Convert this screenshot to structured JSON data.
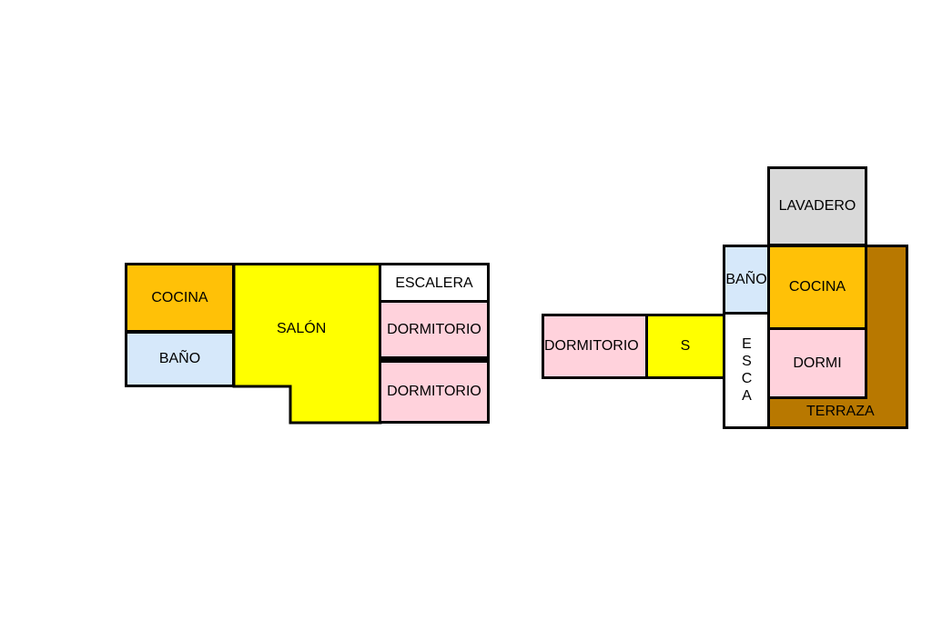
{
  "colors": {
    "cocina": "#FFC107",
    "bano": "#D6E8FA",
    "salon": "#FFFF00",
    "escalera": "#FFFFFF",
    "dormitorio": "#FFD2DC",
    "lavadero": "#D9D9D9",
    "terraza": "#B87800",
    "outline": "#000000"
  },
  "plan_left": {
    "cocina": "COCINA",
    "bano": "BAÑO",
    "salon": "SALÓN",
    "escalera": "ESCALERA",
    "dormitorio_1": "DORMITORIO",
    "dormitorio_2": "DORMITORIO"
  },
  "plan_right": {
    "lavadero": "LAVADERO",
    "bano": "BAÑO",
    "cocina": "COCINA",
    "dormi": "DORMI",
    "terraza": "TERRAZA",
    "dormitorio": "DORMITORIO",
    "s": "S",
    "esca": "ESCA"
  }
}
